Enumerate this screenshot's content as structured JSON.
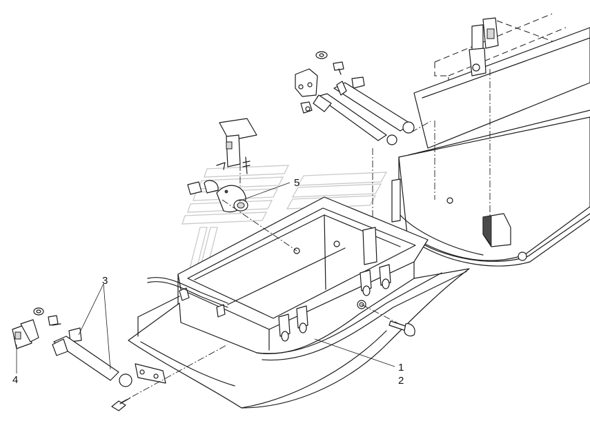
{
  "callouts": [
    {
      "id": "1",
      "label": "1"
    },
    {
      "id": "2",
      "label": "2"
    },
    {
      "id": "3",
      "label": "3"
    },
    {
      "id": "4",
      "label": "4"
    },
    {
      "id": "5",
      "label": "5"
    }
  ],
  "colors": {
    "line": "#1a1a1a",
    "background": "#ffffff",
    "watermark": "#c9c9c9"
  }
}
